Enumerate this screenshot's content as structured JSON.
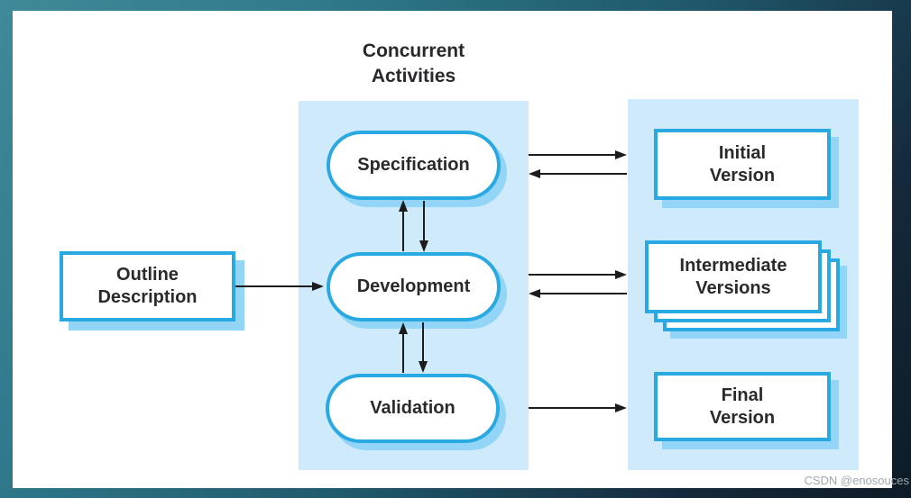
{
  "title": "Concurrent\nActivities",
  "concurrent_panel": {
    "nodes": [
      {
        "label": "Specification"
      },
      {
        "label": "Development"
      },
      {
        "label": "Validation"
      }
    ]
  },
  "input_box": {
    "label": "Outline\nDescription"
  },
  "output_panel": {
    "boxes": [
      {
        "label": "Initial\nVersion"
      },
      {
        "label": "Intermediate\nVersions"
      },
      {
        "label": "Final\nVersion"
      }
    ]
  },
  "watermark": "CSDN @enosouces",
  "colors": {
    "accent_blue": "#29a9e1",
    "panel_blue": "#cfeafa",
    "shadow_blue": "#93d5f6",
    "arrow_black": "#1c1c1c",
    "text_dark": "#2a2a2c",
    "frame_teal": "#2f7a8c",
    "frame_dark": "#0d1b27"
  }
}
